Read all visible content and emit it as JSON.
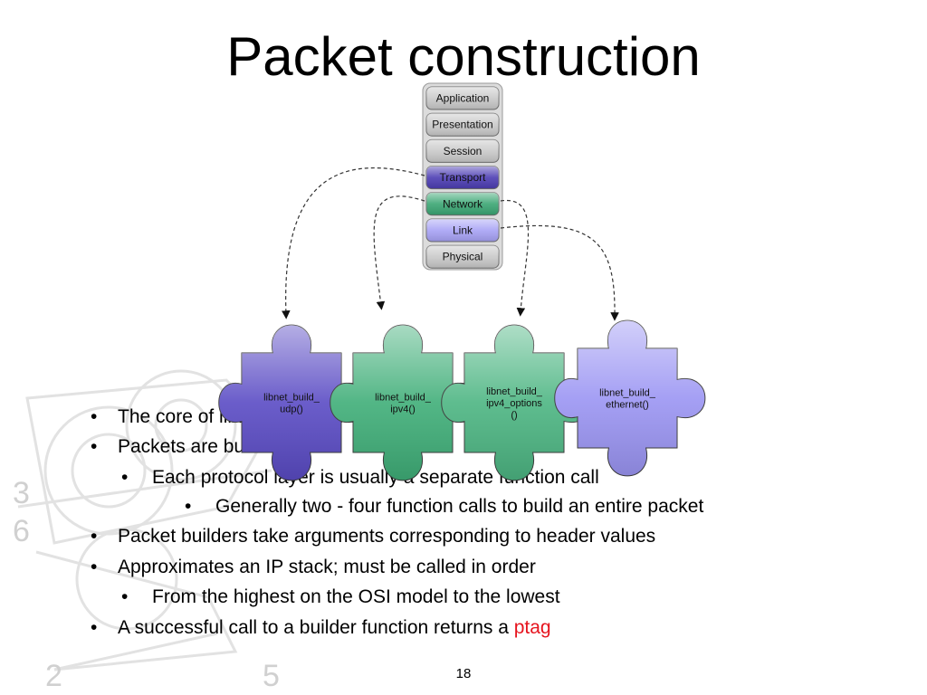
{
  "title": "Packet construction",
  "osi_layers": [
    {
      "label": "Application",
      "color": "#c9c9c9"
    },
    {
      "label": "Presentation",
      "color": "#c9c9c9"
    },
    {
      "label": "Session",
      "color": "#c9c9c9"
    },
    {
      "label": "Transport",
      "color": "#4c3db3"
    },
    {
      "label": "Network",
      "color": "#3aa673"
    },
    {
      "label": "Link",
      "color": "#a7a2f5"
    },
    {
      "label": "Physical",
      "color": "#c9c9c9"
    }
  ],
  "pieces": [
    {
      "line1": "libnet_build_",
      "line2": "udp()",
      "line3": "",
      "color": "#5a4bc4"
    },
    {
      "line1": "libnet_build_",
      "line2": "ipv4()",
      "line3": "",
      "color": "#3fae78"
    },
    {
      "line1": "libnet_build_",
      "line2": "ipv4_options",
      "line3": "()",
      "color": "#4cb582"
    },
    {
      "line1": "libnet_build_",
      "line2": "ethernet()",
      "line3": "",
      "color": "#9b95f3"
    }
  ],
  "bullets": [
    {
      "level": 0,
      "text": "The core of libnet's functionality"
    },
    {
      "level": 0,
      "text": "Packets are built in pieces"
    },
    {
      "level": 1,
      "text": "Each protocol layer is usually a separate function call"
    },
    {
      "level": 2,
      "text": "Generally two - four function calls to build an entire packet"
    },
    {
      "level": 0,
      "text": "Packet builders take arguments corresponding to header values"
    },
    {
      "level": 0,
      "text": "Approximates an IP stack; must be called in order"
    },
    {
      "level": 1,
      "text": "From the highest on the OSI model to the lowest"
    },
    {
      "level": 0,
      "text": "A successful call to a builder function returns a ",
      "highlight": "ptag"
    }
  ],
  "watermark_numbers": [
    "3",
    "6",
    "2",
    "5"
  ],
  "page_number": "18",
  "bullet_glyph": "•"
}
